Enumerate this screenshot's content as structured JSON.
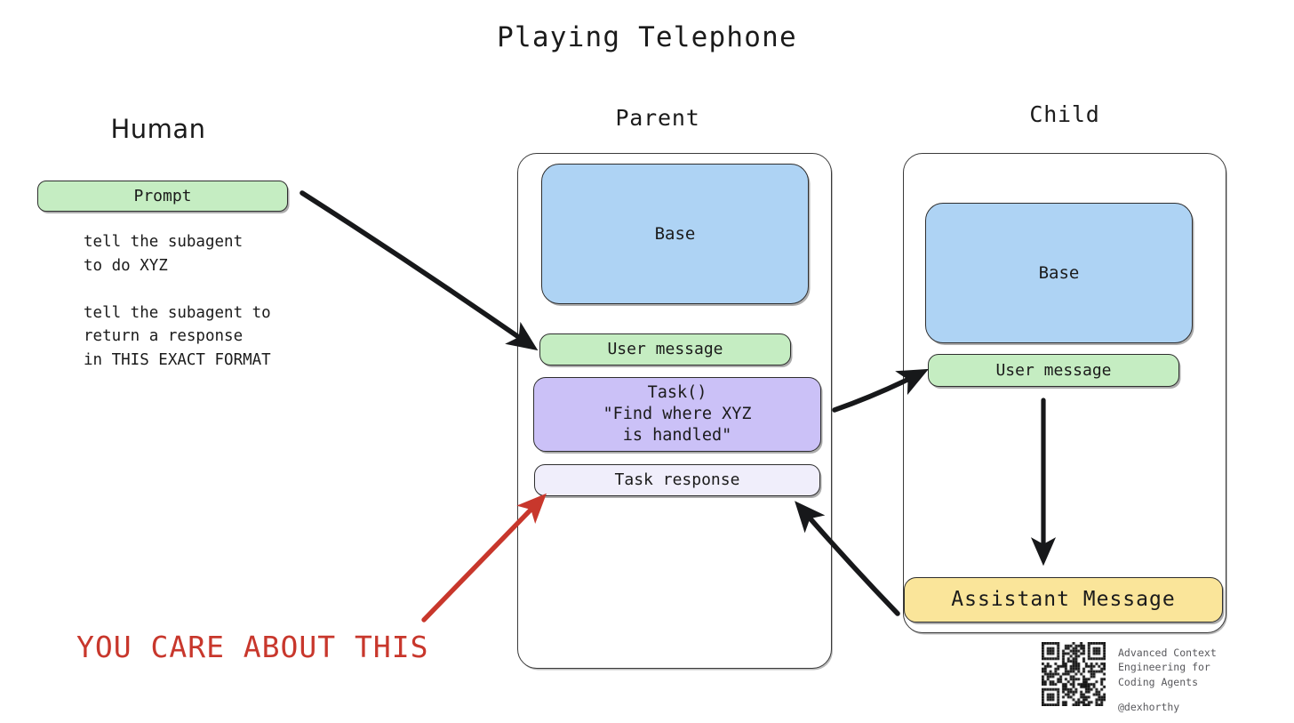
{
  "title": "Playing Telephone",
  "columns": {
    "human": {
      "heading": "Human",
      "prompt_label": "Prompt",
      "prompt_body": "tell the subagent\nto do XYZ\n\ntell the subagent to\nreturn a response\nin THIS EXACT FORMAT"
    },
    "parent": {
      "heading": "Parent",
      "base_label": "Base",
      "user_message_label": "User message",
      "task_label": "Task()\n\"Find where XYZ\nis handled\"",
      "task_response_label": "Task response"
    },
    "child": {
      "heading": "Child",
      "base_label": "Base",
      "user_message_label": "User message",
      "assistant_message_label": "Assistant Message"
    }
  },
  "annotation": {
    "red_note": "YOU CARE ABOUT THIS",
    "red_color": "#c8372c"
  },
  "credits": {
    "line1": "Advanced Context",
    "line2": "Engineering for",
    "line3": "Coding Agents",
    "handle": "@dexhorthy",
    "qr_label": "qr-code"
  },
  "palette": {
    "base_blue": "#aed3f4",
    "message_green": "#c5edc2",
    "task_purple": "#cbc1f7",
    "response_lavender": "#f0eefb",
    "assistant_yellow": "#fae59a",
    "ink": "#1b1b1b"
  },
  "arrows": [
    {
      "name": "human-prompt-to-parent-user-message",
      "color": "#1b1b1b"
    },
    {
      "name": "parent-task-to-child-user-message",
      "color": "#1b1b1b"
    },
    {
      "name": "child-user-message-to-assistant-message",
      "color": "#1b1b1b"
    },
    {
      "name": "child-assistant-message-to-parent-task-response",
      "color": "#1b1b1b"
    },
    {
      "name": "annotation-to-task-response",
      "color": "#c8372c"
    }
  ]
}
